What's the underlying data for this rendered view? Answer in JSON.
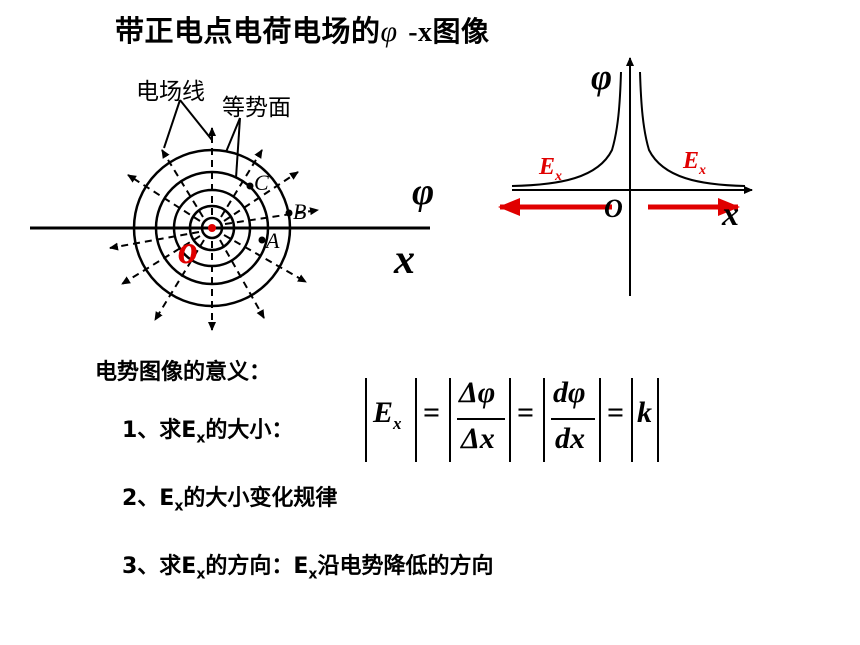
{
  "title": {
    "prefix": "带正电点电荷电场的",
    "phi": "φ",
    "suffix": "-x图像"
  },
  "left_diagram": {
    "field_lines_label": "电场线",
    "equipotential_label": "等势面",
    "point_c": "C",
    "point_b": "B",
    "point_a": "A",
    "origin": "o",
    "phi_label": "φ",
    "x_label": "x"
  },
  "right_graph": {
    "phi_axis_label": "φ",
    "x_axis_label": "x",
    "origin_label": "O",
    "ex_left": "E",
    "ex_right": "E",
    "ex_sub": "x"
  },
  "meaning": {
    "heading": "电势图像的意义：",
    "item1_prefix": "1、求E",
    "item1_sub": "x",
    "item1_suffix": "的大小：",
    "item2_prefix": "2、E",
    "item2_sub": "x",
    "item2_suffix": "的大小变化规律",
    "item3_prefix": "3、求E",
    "item3_sub": "x",
    "item3_mid": "的方向：E",
    "item3_sub2": "x",
    "item3_suffix": "沿电势降低的方向"
  },
  "formula": {
    "e": "E",
    "e_sub": "x",
    "eq": "=",
    "num1": "Δφ",
    "den1": "Δx",
    "num2": "dφ",
    "den2": "dx",
    "k": "k"
  },
  "colors": {
    "accent_red": "#e00000",
    "text": "#000000"
  }
}
